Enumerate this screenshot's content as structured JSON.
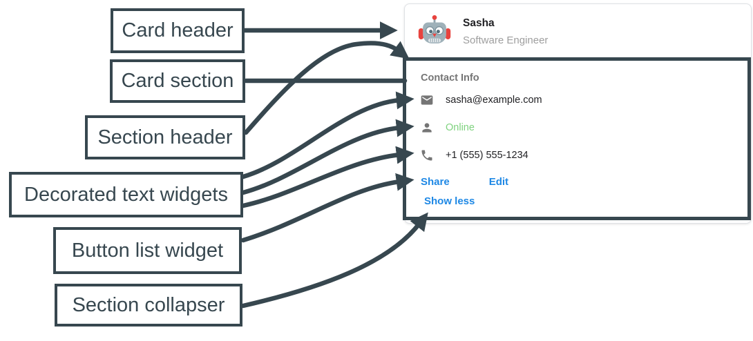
{
  "annotation": {
    "color": "#37474f",
    "labels": [
      {
        "id": "card-header",
        "text": "Card header"
      },
      {
        "id": "card-section",
        "text": "Card section"
      },
      {
        "id": "section-header",
        "text": "Section header"
      },
      {
        "id": "decorated-text-widgets",
        "text": "Decorated text widgets"
      },
      {
        "id": "button-list-widget",
        "text": "Button list widget"
      },
      {
        "id": "section-collapser",
        "text": "Section collapser"
      }
    ]
  },
  "card": {
    "header": {
      "name": "Sasha",
      "title": "Software Engineer",
      "avatar": "robot-avatar-icon"
    },
    "section": {
      "title": "Contact Info",
      "title_color": "#757575",
      "rows": [
        {
          "icon": "email-icon",
          "text": "sasha@example.com",
          "color": "#212124"
        },
        {
          "icon": "person-icon",
          "text": "Online",
          "color": "#7ed27e"
        },
        {
          "icon": "phone-icon",
          "text": "+1 (555) 555-1234",
          "color": "#212124"
        }
      ],
      "buttons": [
        {
          "label": "Share"
        },
        {
          "label": "Edit"
        }
      ],
      "collapser_label": "Show less",
      "button_color": "#1e88e5"
    }
  }
}
